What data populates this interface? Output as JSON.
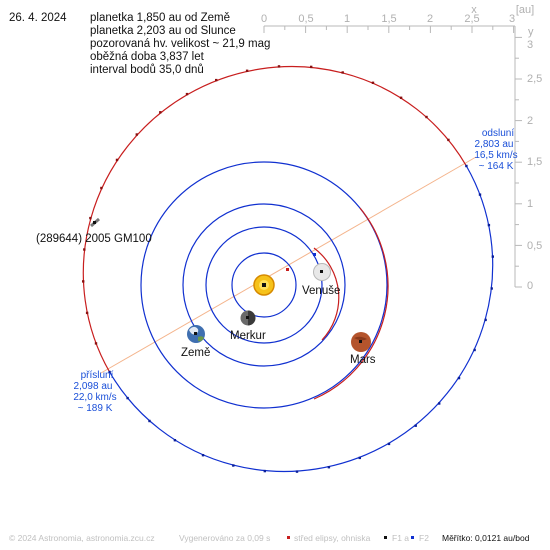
{
  "header": {
    "date": "26. 4. 2024",
    "lines": [
      "planetka 1,850 au od Země",
      "planetka 2,203 au od Slunce",
      "pozorovaná hv. velikost ~ 21,9 mag",
      "oběžná doba 3,837 let",
      "interval bodů 35,0 dnů"
    ]
  },
  "scale": {
    "x_ticks": [
      "0",
      "0,5",
      "1",
      "1,5",
      "2",
      "2,5",
      "3"
    ],
    "x_unit": "x",
    "unit": "[au]",
    "y_ticks": [
      "3",
      "2,5",
      "2",
      "1,5",
      "1",
      "0,5",
      "0"
    ],
    "y_unit": "y"
  },
  "asteroid": {
    "name": "(289644) 2005 GM100"
  },
  "planets": {
    "venus": "Venuše",
    "mercury": "Merkur",
    "earth": "Země",
    "mars": "Mars"
  },
  "aphelion": {
    "lines": [
      "odsluní",
      "2,803 au",
      "16,5 km/s",
      "~ 164 K"
    ]
  },
  "perihelion": {
    "lines": [
      "přísluní",
      "2,098 au",
      "22,0 km/s",
      "~ 189 K"
    ]
  },
  "footer": {
    "copyright": "© 2024 Astronomia, astronomia.zcu.cz",
    "generated": "Vygenerováno za 0,09 s",
    "center_legend": "střed elipsy, ohniska",
    "f1": "F1 a",
    "f2": "F2",
    "scale_text": "Měřítko: 0,0121 au/bod"
  },
  "colors": {
    "orbit_blue": "#1030d0",
    "orbit_red": "#c81e1e",
    "apsis_line": "#f4b48c",
    "label_blue": "#1a4fd8",
    "axis_gray": "#b8b8b8",
    "footer_gray": "#c0c0c0"
  }
}
